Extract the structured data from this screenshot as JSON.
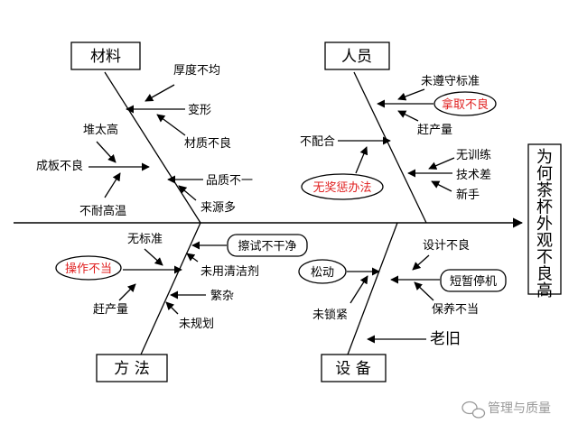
{
  "effect": "为何茶杯外观不良高",
  "categories": {
    "materials": "材料",
    "people": "人员",
    "method": "方 法",
    "equipment": "设 备"
  },
  "causes": {
    "materials": {
      "thickness_uneven": "厚度不均",
      "deformation": "变形",
      "stacked_too_high": "堆太高",
      "material_bad": "材质不良",
      "forming_bad": "成板不良",
      "quality_inconsistent": "品质不一",
      "not_heat_resistant": "不耐高温",
      "many_sources": "来源多"
    },
    "people": {
      "not_follow_standard": "未遵守标准",
      "handling_bad": "拿取不良",
      "overproduction": "赶产量",
      "uncooperative": "不配合",
      "no_reward_punish": "无奖惩办法",
      "untrained": "无训练",
      "poor_skill": "技术差",
      "novice": "新手"
    },
    "method": {
      "no_standard": "无标准",
      "wiping_unclean": "擦试不干净",
      "operation_improper": "操作不当",
      "no_cleaner": "未用清洁剂",
      "overproduction": "赶产量",
      "complicated": "繁杂",
      "unplanned": "未规划"
    },
    "equipment": {
      "design_bad": "设计不良",
      "loose": "松动",
      "short_stop": "短暂停机",
      "not_tightened": "未锁紧",
      "improper_maintenance": "保养不当",
      "aged": "老旧"
    }
  },
  "watermark": "管理与质量",
  "colors": {
    "line": "#000000",
    "highlight": "#e02020",
    "watermark": "#999999"
  }
}
